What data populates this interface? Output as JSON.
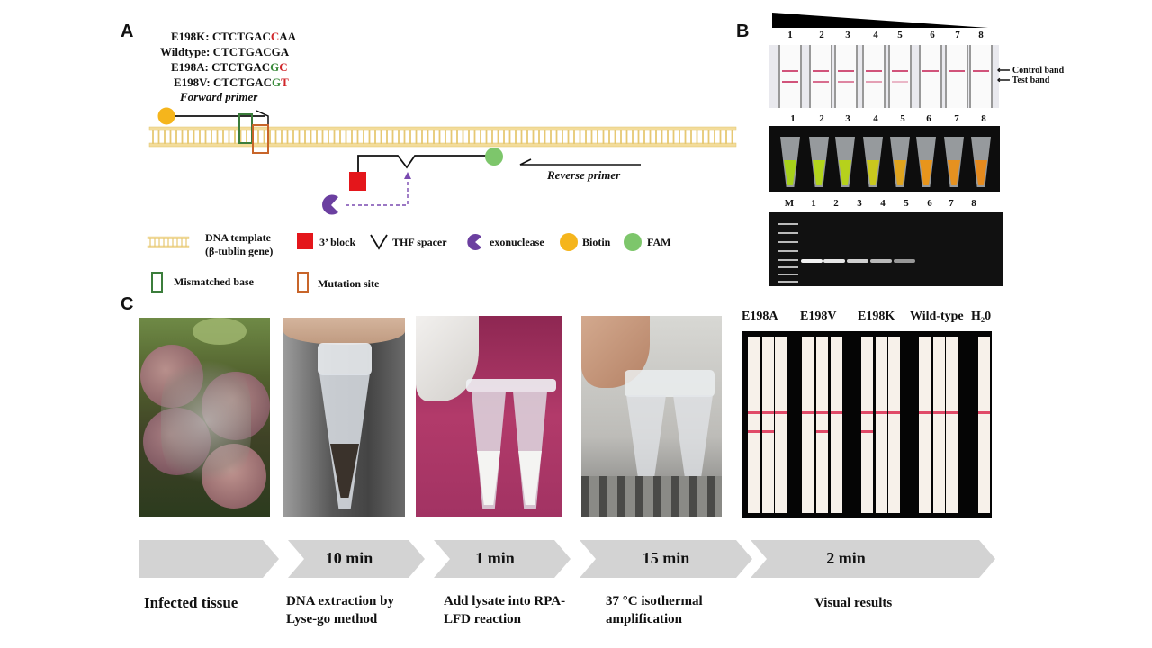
{
  "panels": {
    "a": "A",
    "b": "B",
    "c": "C"
  },
  "sequences": [
    {
      "name": "E198K:",
      "prefix": "CTCTGAC",
      "tail": [
        {
          "t": "C",
          "c": "red"
        },
        {
          "t": "A",
          "c": "black"
        },
        {
          "t": "A",
          "c": "black"
        }
      ]
    },
    {
      "name": "Wildtype:",
      "prefix": "CTCTGAC",
      "tail": [
        {
          "t": "G",
          "c": "black"
        },
        {
          "t": "A",
          "c": "black"
        }
      ]
    },
    {
      "name": "E198A:",
      "prefix": "CTCTGAC",
      "tail": [
        {
          "t": "G",
          "c": "green"
        },
        {
          "t": "C",
          "c": "red"
        }
      ]
    },
    {
      "name": "E198V:",
      "prefix": "CTCTGAC",
      "tail": [
        {
          "t": "G",
          "c": "green"
        },
        {
          "t": "T",
          "c": "red"
        }
      ]
    }
  ],
  "primers": {
    "forward": "Forward primer",
    "reverse": "Reverse primer"
  },
  "legend": {
    "dna_template_line1": "DNA template",
    "dna_template_line2": "(β-tublin gene)",
    "block": "3’ block",
    "thf": "THF spacer",
    "exo": "exonuclease",
    "biotin": "Biotin",
    "fam": "FAM",
    "mismatch": "Mismatched base",
    "mutation": "Mutation site"
  },
  "colors": {
    "dna": "#f3dc9a",
    "biotin": "#f5b51c",
    "fam": "#7dc66b",
    "block": "#e4161b",
    "exo": "#6b3fa0",
    "mismatch": "#3b7d3b",
    "mutation": "#c8652a"
  },
  "panel_b": {
    "lanes": [
      "1",
      "2",
      "3",
      "4",
      "5",
      "6",
      "7",
      "8"
    ],
    "gel_lanes": [
      "M",
      "1",
      "2",
      "3",
      "4",
      "5",
      "6",
      "7",
      "8"
    ],
    "control_band": "Control band",
    "test_band": "Test band",
    "gel_band_strength": [
      1,
      0.95,
      0.85,
      0.75,
      0.6,
      0,
      0,
      0
    ]
  },
  "panel_c": {
    "strip_headers": [
      "E198A",
      "E198V",
      "E198K",
      "Wild-type",
      "H₂0"
    ],
    "times": [
      "10 min",
      "1 min",
      "15 min",
      "2 min"
    ],
    "steps": [
      "Infected tissue",
      "DNA extraction by Lyse-go method",
      "Add lysate into RPA-LFD reaction",
      "37 °C  isothermal amplification",
      "Visual results"
    ]
  }
}
